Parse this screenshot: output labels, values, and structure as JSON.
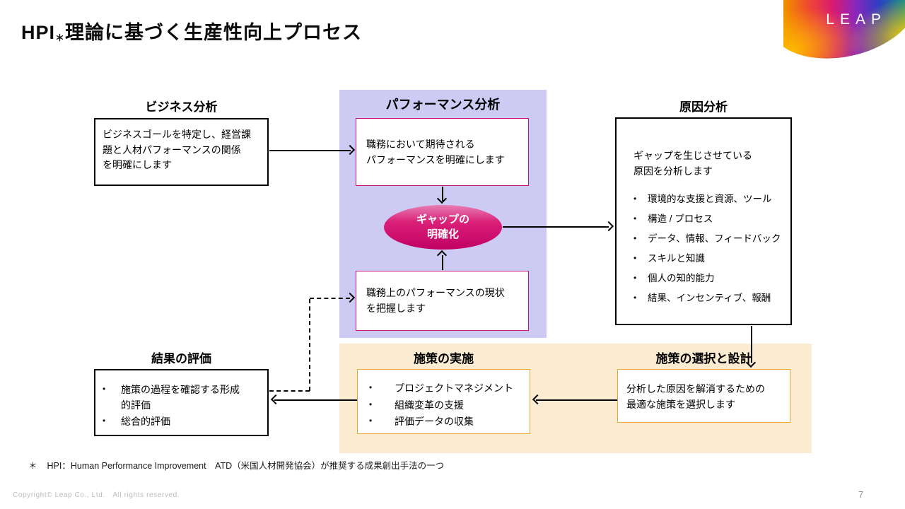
{
  "slide": {
    "title_prefix": "HPI",
    "title_note_marker": "＊",
    "title_suffix": "理論に基づく生産性向上プロセス",
    "page_number": "7",
    "footnote_marker": "＊",
    "footnote_text": "HPI：Human Performance Improvement　ATD（米国人材開発協会）が推奨する成果創出手法の一つ",
    "copyright": "Copyright© Leap Co., Ltd.　All rights reserved."
  },
  "logo": {
    "text": "LEAP"
  },
  "diagram": {
    "business": {
      "heading": "ビジネス分析",
      "lines": [
        "ビジネスゴールを特定し、経営課",
        "題と人材パフォーマンスの関係",
        "を明確にします"
      ]
    },
    "performance": {
      "heading": "パフォーマンス分析",
      "expected_lines": [
        "職務において期待される",
        "パフォーマンスを明確にします"
      ],
      "gap_lines": [
        "ギャップの",
        "明確化"
      ],
      "current_lines": [
        "職務上のパフォーマンスの現状",
        "を把握します"
      ]
    },
    "cause": {
      "heading": "原因分析",
      "lead_lines": [
        "ギャップを生じさせている",
        "原因を分析します"
      ],
      "bullet_char": "•",
      "bullets": [
        "環境的な支援と資源、ツール",
        "構造 / プロセス",
        "データ、情報、フィードバック",
        "スキルと知識",
        "個人の知的能力",
        "結果、インセンティブ、報酬"
      ]
    },
    "evaluation": {
      "heading": "結果の評価",
      "bullets": [
        "施策の過程を確認する形成的評価",
        "総合的評価"
      ]
    },
    "implementation": {
      "heading": "施策の実施",
      "bullets": [
        "プロジェクトマネジメント",
        "組織変革の支援",
        "評価データの収集"
      ]
    },
    "selection": {
      "heading": "施策の選択と設計",
      "lines": [
        "分析した原因を解消するための",
        "最適な施策を選択します"
      ]
    }
  },
  "colors": {
    "panel_purple": "#CDCBF4",
    "panel_orange": "#FBEBD0",
    "box_border_pink": "#C81077",
    "box_border_orange": "#F0A32E",
    "ellipse_gradient_top": "#E77FB4",
    "ellipse_gradient_bottom": "#C10063",
    "arrow": "#000000"
  }
}
